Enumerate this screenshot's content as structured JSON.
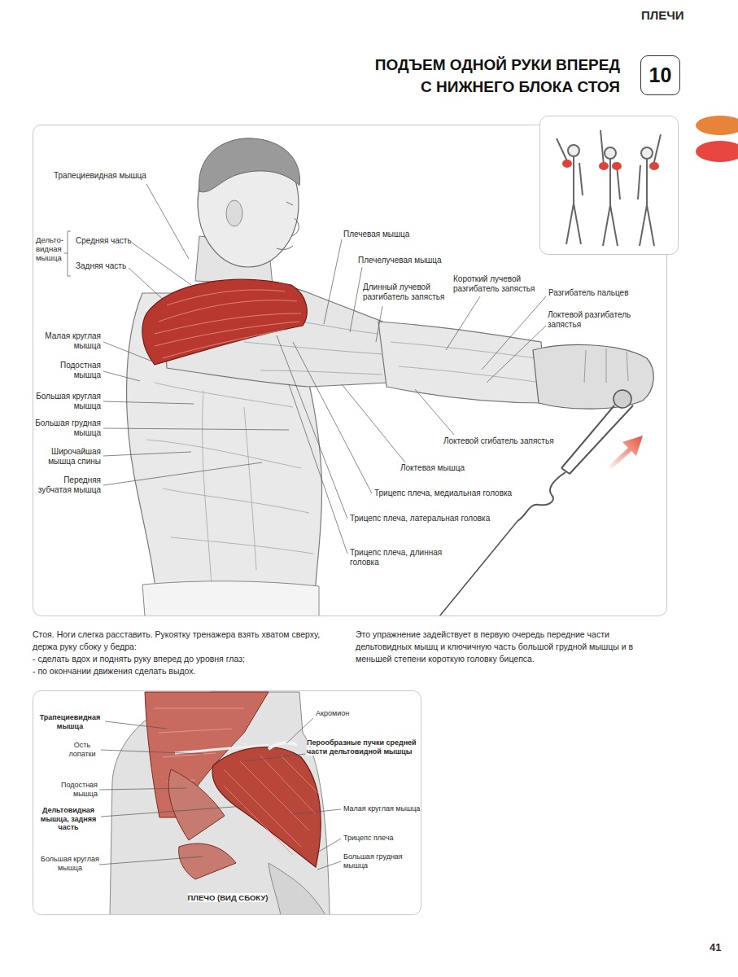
{
  "diagram": {
    "title": "ПОДЪЕМ ОДНОЙ РУКИ ВПЕРЕД С НИЖНЕГО БЛОКА СТОЯ",
    "nodes": [
      {
        "text": [
          "10"
        ]
      }
    ],
    "labels": [
      "ПЛЕЧИ",
      "Трапециевидная мышца",
      "Дельто- видная мышца",
      "Средняя часть",
      "Задняя часть",
      "Малая круглая мышца",
      "Подостная мышца",
      "Большая круглая мышца",
      "Большая грудная мышца",
      "Широчайшая мышца спины",
      "Передняя зубчатая мышца",
      "Плечевая мышца",
      "Плечелучевая мышца",
      "Длинный лучевой разгибатель запястья",
      "Короткий лучевой разгибатель запястья",
      "Разгибатель пальцев",
      "Локтевой разгибатель запястья",
      "Локтевой сгибатель запястья",
      "Локтевая мышца",
      "Трицепс плеча, медиальная головка",
      "Трицепс плеча, латеральная головка",
      "Трицепс плеча, длинная головка",
      "Стоя. Ноги слегка расставить. Рукоятку тренажера взять хватом сверху, держа руку сбоку у бедра:",
      "- сделать вдох и поднять руку вперед до уровня глаз;",
      "- по окончании движения сделать выдох.",
      "Это упражнение задействует в первую очередь передние части дельтовидных мышц и ключичную часть большой грудной мышцы и в меньшей степени короткую головку бицепса.",
      "Трапециевидная мышца",
      "Ость лопатки",
      "Подостная мышца",
      "Дельтовидная мышца, задняя часть",
      "Большая круглая мышца",
      "Акромион",
      "Перообразные пучки средней части дельтовидной мышцы",
      "Малая круглая мышца",
      "Трицепс плеча",
      "Большая грудная мышца",
      "ПЛЕЧО (ВИД СБОКУ)",
      "41"
    ]
  }
}
